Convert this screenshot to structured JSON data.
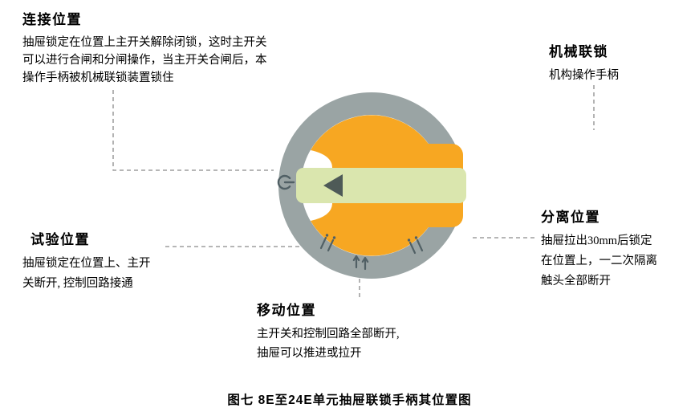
{
  "figure": {
    "caption": "图七 8E至24E单元抽屉联锁手柄其位置图"
  },
  "labels": {
    "connection": {
      "title": "连接位置",
      "lines": [
        "抽屉锁定在位置上主开关解除闭锁，这时主开关",
        "可以进行合闸和分闸操作，当主开关合闸后，本",
        "操作手柄被机械联锁装置锁住"
      ]
    },
    "mechanical": {
      "title": "机械联锁",
      "lines": [
        "机构操作手柄"
      ]
    },
    "separation": {
      "title": "分离位置",
      "lines": [
        "抽屉拉出30mm后锁定",
        "在位置上，一二次隔离",
        "触头全部断开"
      ]
    },
    "test": {
      "title": "试验位置",
      "lines": [
        "抽屉锁定在位置上、主开",
        "关断开, 控制回路接通"
      ]
    },
    "move": {
      "title": "移动位置",
      "lines": [
        "主开关和控制回路全部断开,",
        "抽屉可以推进或拉开"
      ]
    }
  },
  "dial": {
    "pointer": "left-triangle",
    "icons": {
      "connected": "power-icon",
      "test": "test-contacts-icon",
      "move": "double-up-arrow-icon",
      "separated": "separation-contacts-icon"
    }
  },
  "colors": {
    "ring": "#9aa4a4",
    "orange": "#f7a722",
    "channel": "#dae6ae",
    "pointer": "#4e5a57",
    "icon": "#516065",
    "connector": "#8a8a8a"
  }
}
